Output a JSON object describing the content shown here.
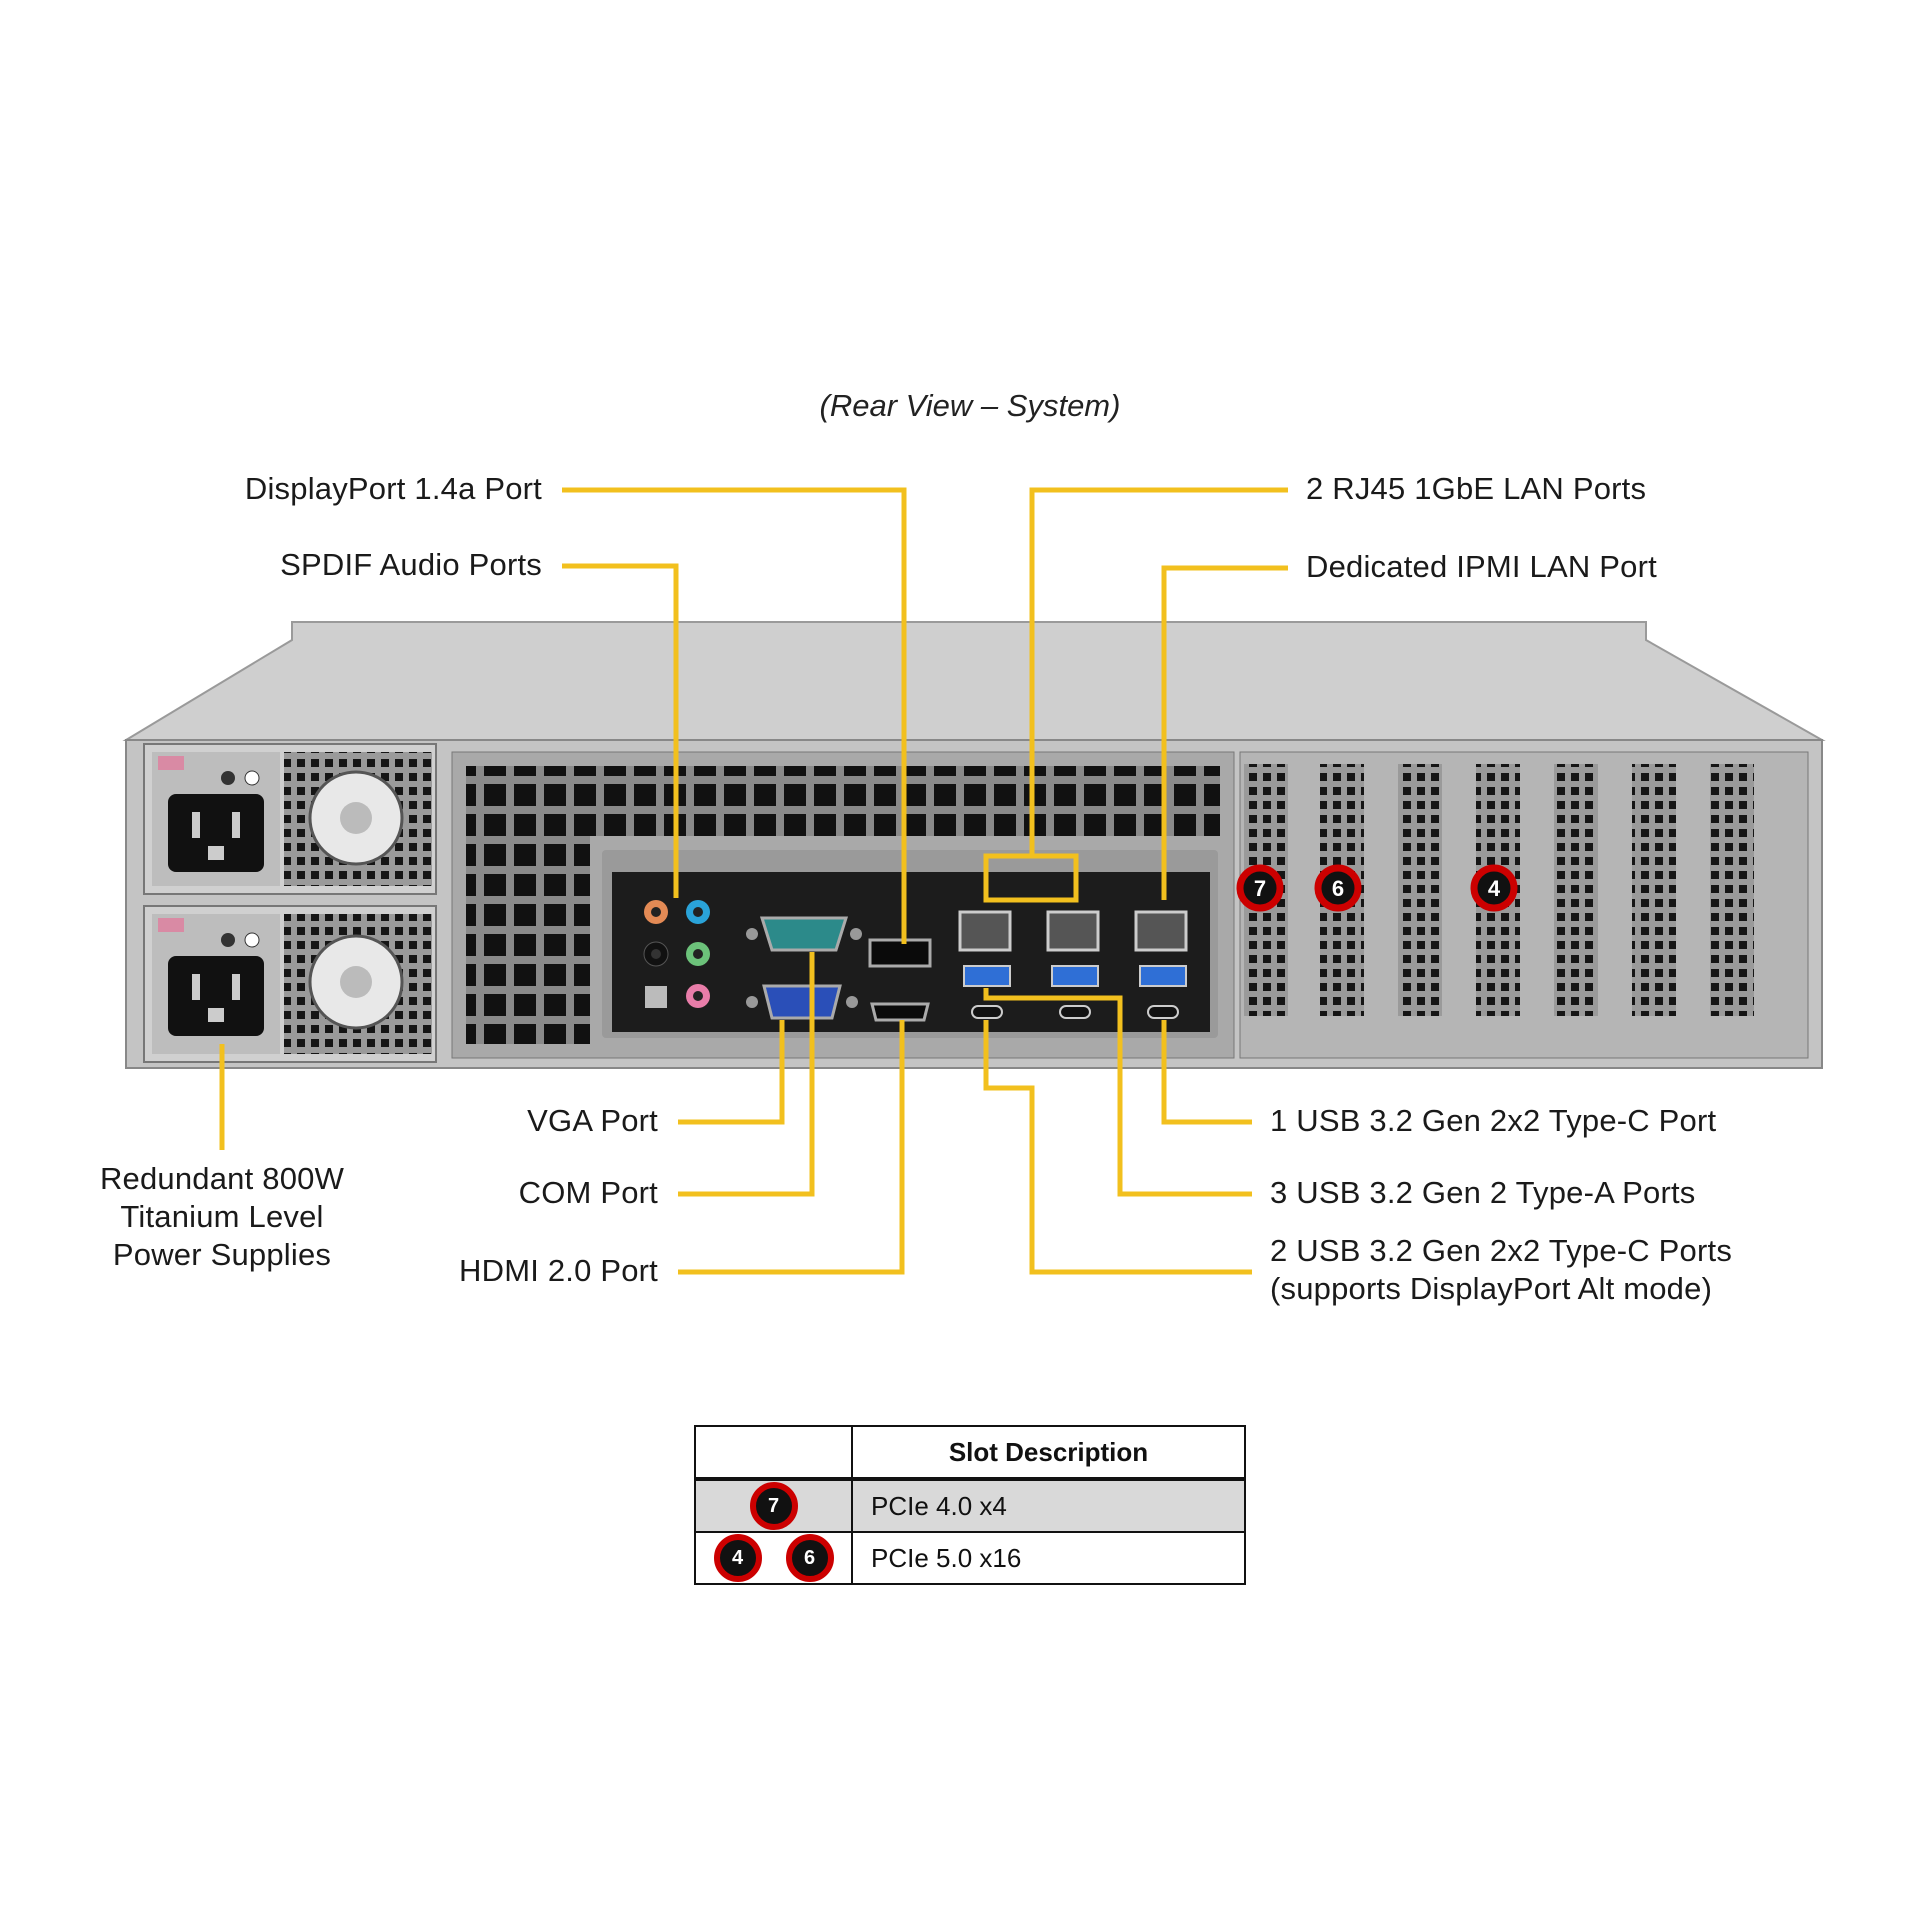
{
  "title": "(Rear View – System)",
  "callouts": {
    "displayport": "DisplayPort 1.4a Port",
    "spdif": "SPDIF Audio Ports",
    "rj45": "2 RJ45 1GbE LAN Ports",
    "ipmi": "Dedicated IPMI LAN Port",
    "vga": "VGA Port",
    "com": "COM Port",
    "hdmi": "HDMI 2.0 Port",
    "psu": [
      "Redundant 800W",
      "Titanium Level",
      "Power Supplies"
    ],
    "usbc1": "1 USB 3.2 Gen 2x2 Type-C Port",
    "usba": "3 USB 3.2 Gen 2 Type-A Ports",
    "usbc2": [
      "2 USB 3.2 Gen 2x2 Type-C Ports",
      "(supports DisplayPort Alt mode)"
    ]
  },
  "slot_markers": [
    "7",
    "6",
    "4"
  ],
  "slot_table": {
    "header": "Slot Description",
    "rows": [
      {
        "slots": [
          "7"
        ],
        "description": "PCIe 4.0 x4"
      },
      {
        "slots": [
          "4",
          "6"
        ],
        "description": "PCIe 5.0 x16"
      }
    ]
  },
  "colors": {
    "callout_line": "#F2C01E",
    "badge_ring": "#CC0000",
    "chassis": "#C4C4C4",
    "table_shade": "#D9D9D9"
  }
}
